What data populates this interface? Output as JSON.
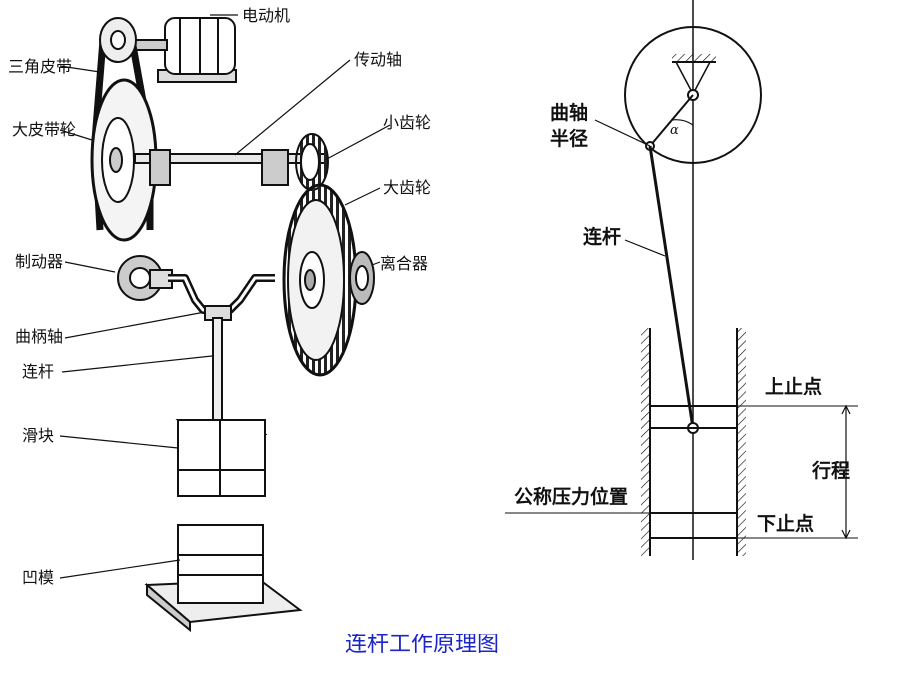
{
  "left_diagram": {
    "labels": {
      "motor": "电动机",
      "v_belt": "三角皮带",
      "drive_shaft": "传动轴",
      "large_pulley": "大皮带轮",
      "small_gear": "小齿轮",
      "large_gear": "大齿轮",
      "brake": "制动器",
      "clutch": "离合器",
      "crankshaft": "曲柄轴",
      "connecting_rod": "连杆",
      "slider": "滑块",
      "die": "凹模"
    }
  },
  "right_diagram": {
    "labels": {
      "crank_radius_line1": "曲轴",
      "crank_radius_line2": "半径",
      "alpha_symbol": "α",
      "connecting_rod": "连杆",
      "top_dead_center": "上止点",
      "stroke": "行程",
      "nominal_pressure_position": "公称压力位置",
      "bottom_dead_center": "下止点"
    }
  },
  "caption": "连杆工作原理图",
  "colors": {
    "ink": "#111111",
    "caption": "#1a24c8"
  }
}
